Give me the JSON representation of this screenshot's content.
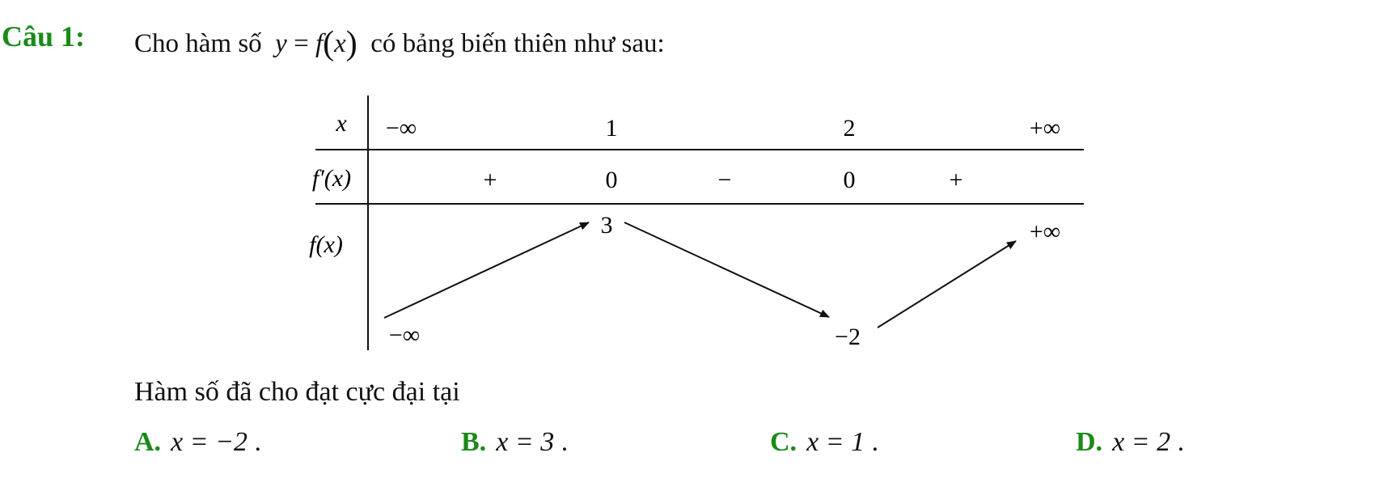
{
  "question": {
    "label": "Câu 1:",
    "text_before": "Cho hàm số",
    "function_lhs": "y",
    "function_eq": " = ",
    "function_name": "f",
    "function_var": "x",
    "text_after": "có bảng biến thiên như sau:"
  },
  "table": {
    "row_labels": {
      "x": "x",
      "derivative": "f′(x)",
      "function": "f(x)"
    },
    "x_values": [
      "−∞",
      "1",
      "2",
      "+∞"
    ],
    "derivative_signs": [
      "+",
      "0",
      "−",
      "0",
      "+"
    ],
    "function_values": {
      "start": "−∞",
      "max": "3",
      "min": "−2",
      "end": "+∞"
    }
  },
  "prompt": "Hàm số đã cho đạt cực đại tại",
  "answers": [
    {
      "letter": "A.",
      "expr": "x = −2",
      "dot": " ."
    },
    {
      "letter": "B.",
      "expr": "x = 3",
      "dot": " ."
    },
    {
      "letter": "C.",
      "expr": "x = 1",
      "dot": " ."
    },
    {
      "letter": "D.",
      "expr": "x = 2",
      "dot": " ."
    }
  ],
  "colors": {
    "accent": "#1a8a1a",
    "text": "#111111"
  }
}
